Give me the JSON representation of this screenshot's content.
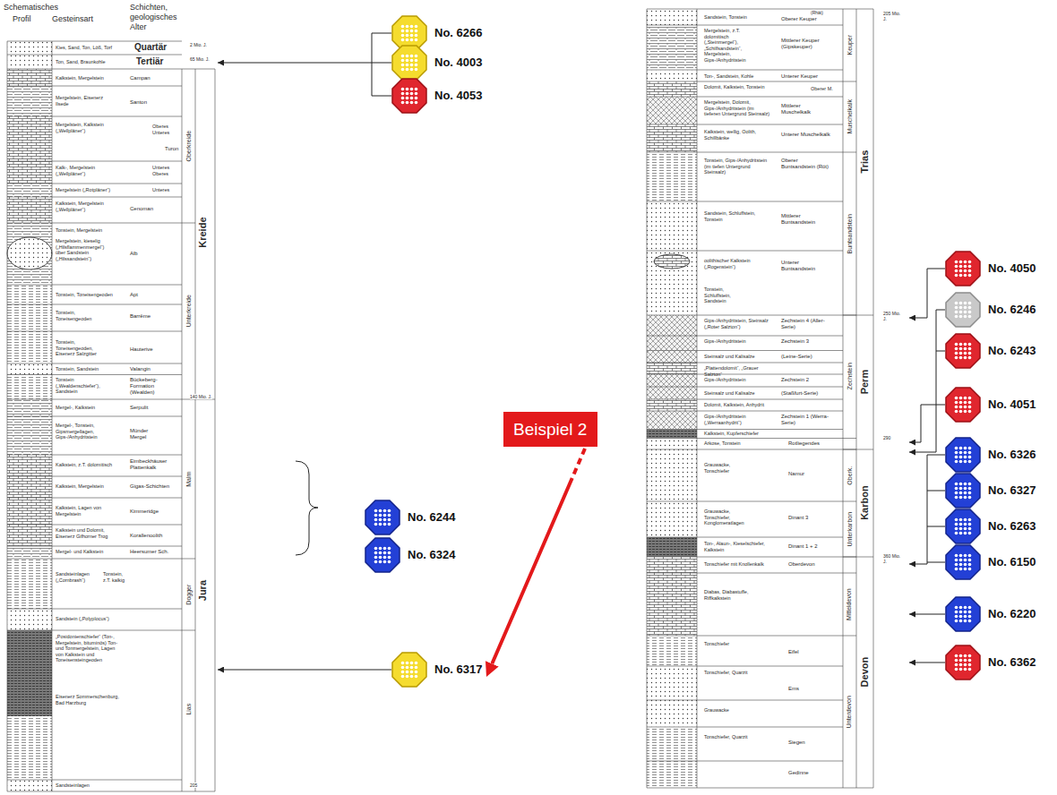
{
  "diagram": {
    "nodes": [
      {
        "text": [
          "No. 6266"
        ]
      },
      {
        "text": [
          "No. 4003"
        ]
      },
      {
        "text": [
          "No. 4053"
        ]
      },
      {
        "text": [
          "No. 6244"
        ]
      },
      {
        "text": [
          "No. 6324"
        ]
      },
      {
        "text": [
          "Beispiel 2"
        ]
      },
      {
        "text": [
          "No. 6317"
        ]
      },
      {
        "text": [
          "No. 4050"
        ]
      },
      {
        "text": [
          "No. 6246"
        ]
      },
      {
        "text": [
          "No. 6243"
        ]
      },
      {
        "text": [
          "No. 4051"
        ]
      },
      {
        "text": [
          "No. 6326"
        ]
      },
      {
        "text": [
          "No. 6327"
        ]
      },
      {
        "text": [
          "No. 6263"
        ]
      },
      {
        "text": [
          "No. 6150"
        ]
      },
      {
        "text": [
          "No. 6220"
        ]
      },
      {
        "text": [
          "No. 6362"
        ]
      }
    ],
    "edges": [
      {
        "from": 5,
        "to": 6,
        "arrow": "to"
      }
    ],
    "labels": [
      "Schematisches",
      "Profil",
      "Gesteinsart",
      "Schichten, geologisches Alter",
      "Kies, Sand, Ton, Löß, Torf",
      "Quartär",
      "2 Mio. J.",
      "Ton, Sand, Braunkohle",
      "Tertiär",
      "65 Mio. J.",
      "Kalkstein, Mergelstein",
      "Campan",
      "Mergelstein, Eisenerz Ilsede",
      "Santon",
      "Mergelstein, Kalkstein („Wellpläner“)",
      "Oberes Unteres",
      "Turon",
      "Kalk-, Mergelstein („Wellpläner“)",
      "Unteres Oberes",
      "Mergelstein („Rotpläner“)",
      "Unteres",
      "Kalkstein, Mergelstein („Wellpläner“)",
      "Cenoman",
      "Oberkreide",
      "Tonstein, Mergelstein",
      "Mergelstein, kieselig („Hilsflammenmergel“) über Sandstein („Hilssandstein“)",
      "Alb",
      "Kreide",
      "Tonstein, Toneisengeoden",
      "Apt",
      "Tonstein, Toneisengeoden",
      "Barrême",
      "Tonstein, Toneisengeoden, Eisenerz Salzgitter",
      "Hauterive",
      "Tonstein, Sandstein",
      "Valangin",
      "Tonstein („Wealdenschiefer“), Sandstein",
      "Bückeberg-Formation (Wealden)",
      "Unterkreide",
      "140 Mio. J.",
      "Mergel-, Kalkstein",
      "Serpulit",
      "Mergel-, Tonstein, Gipsmergellagen, Gips-/Anhydritstein",
      "Münder Mergel",
      "Kalkstein, z.T. dolomitisch",
      "Eimbeckhäuser Plattenkalk",
      "Kalkstein, Mergelstein",
      "Gigas-Schichten",
      "Kalkstein, Lagen von Mergelstein",
      "Kimmeridge",
      "Kalkstein und Dolomit, Eisenerz Gifhorner Trog",
      "Korallenoolith",
      "Mergel- und Kalkstein",
      "Heersumer Sch.",
      "Malm",
      "Jura",
      "Sandsteinlagen („Cornbrash“)",
      "Tonstein, z.T. kalkig",
      "Dogger",
      "Sandstein („Polyplocus“)",
      "„Posidonienschiefer“ (Ton-, Mergelstein, bituminös) Ton- und Tonmergelstein, Lagen von Kalkstein und Toneisensteingeoden",
      "Eisenerz Sommerschenburg, Bad Harzburg",
      "Lias",
      "Sandsteinlagen",
      "205",
      "Sandstein, Tonstein",
      "(Rhät)",
      "Oberer Keuper",
      "205 Mio. J.",
      "Mergelstein, z.T. dolomitisch („Steinmergel“), „Schilfsandstein“, Mergelstein, Gips-/Anhydritstein",
      "Mittlerer Keuper (Gipskeuper)",
      "Ton-, Sandstein, Kohle",
      "Unterer Keuper",
      "Dolomit, Kalkstein, Tonstein",
      "Oberer M.",
      "Mergelstein, Dolomit, Gips-/Anhydritstein (im tieferen Untergrund Steinsalz)",
      "Mittlerer Muschelkalk",
      "Kalkstein, wellig, Oolith, Schillbänke",
      "Unterer Muschelkalk",
      "Keuper",
      "Muschelkalk",
      "Tonstein, Gips-/Anhydritstein (im tiefen Untergrund Steinsalz)",
      "Oberer Buntsandstein (Röt)",
      "Sandstein, Schluffstein, Tonstein",
      "Mittlerer Buntsandstein",
      "oolithischer Kalkstein („Rogenstein“)",
      "Tonstein, Schluffstein, Sandstein",
      "Unterer Buntsandstein",
      "Buntsandstein",
      "Trias",
      "250 Mio. J.",
      "Gips-/Anhydritstein, Steinsalz („Roter Salzton“)",
      "Zechstein 4 (Aller-Serie)",
      "Gips-/Anhydritstein",
      "Zechstein 3",
      "Steinsalz und Kalisalze",
      "(Leine-Serie)",
      "„Plattendolomit“, „Grauer Salzton“",
      "Gips-/Anhydritstein",
      "Zechstein 2",
      "Steinsalz und Kalisalze",
      "(Staßfurt-Serie)",
      "Dolomit, Kalkstein, Anhydrit",
      "Gips-/Anhydritstein („Werraanhydrit“)",
      "Zechstein 1 (Werra-Serie)",
      "Kalkstein, Kupferschiefer",
      "Arkose, Tonstein",
      "Rotliegendes",
      "290",
      "Zechstein",
      "Perm",
      "Grauwacke, Tonschiefer",
      "Namur",
      "Oberk.",
      "Grauwacke, Tonschiefer, Konglomeratlagen",
      "Dinant 3",
      "Ton-, Alaun-, Kieselschiefer, Kalkstein",
      "Dinant 1 + 2",
      "Tonschiefer mit Knollenkalk",
      "Oberdevon",
      "360 Mio. J.",
      "Unterkarbon",
      "Karbon",
      "Diabas, Diabastuffe, Riffkalkstein",
      "Mitteldevon",
      "Tonschiefer",
      "Eifel",
      "Tonschiefer, Quarzit",
      "Ems",
      "Grauwacke",
      "Devon",
      "Tonschiefer, Quarzit",
      "Siegen",
      "Unterdevon",
      "Gedinne"
    ]
  }
}
